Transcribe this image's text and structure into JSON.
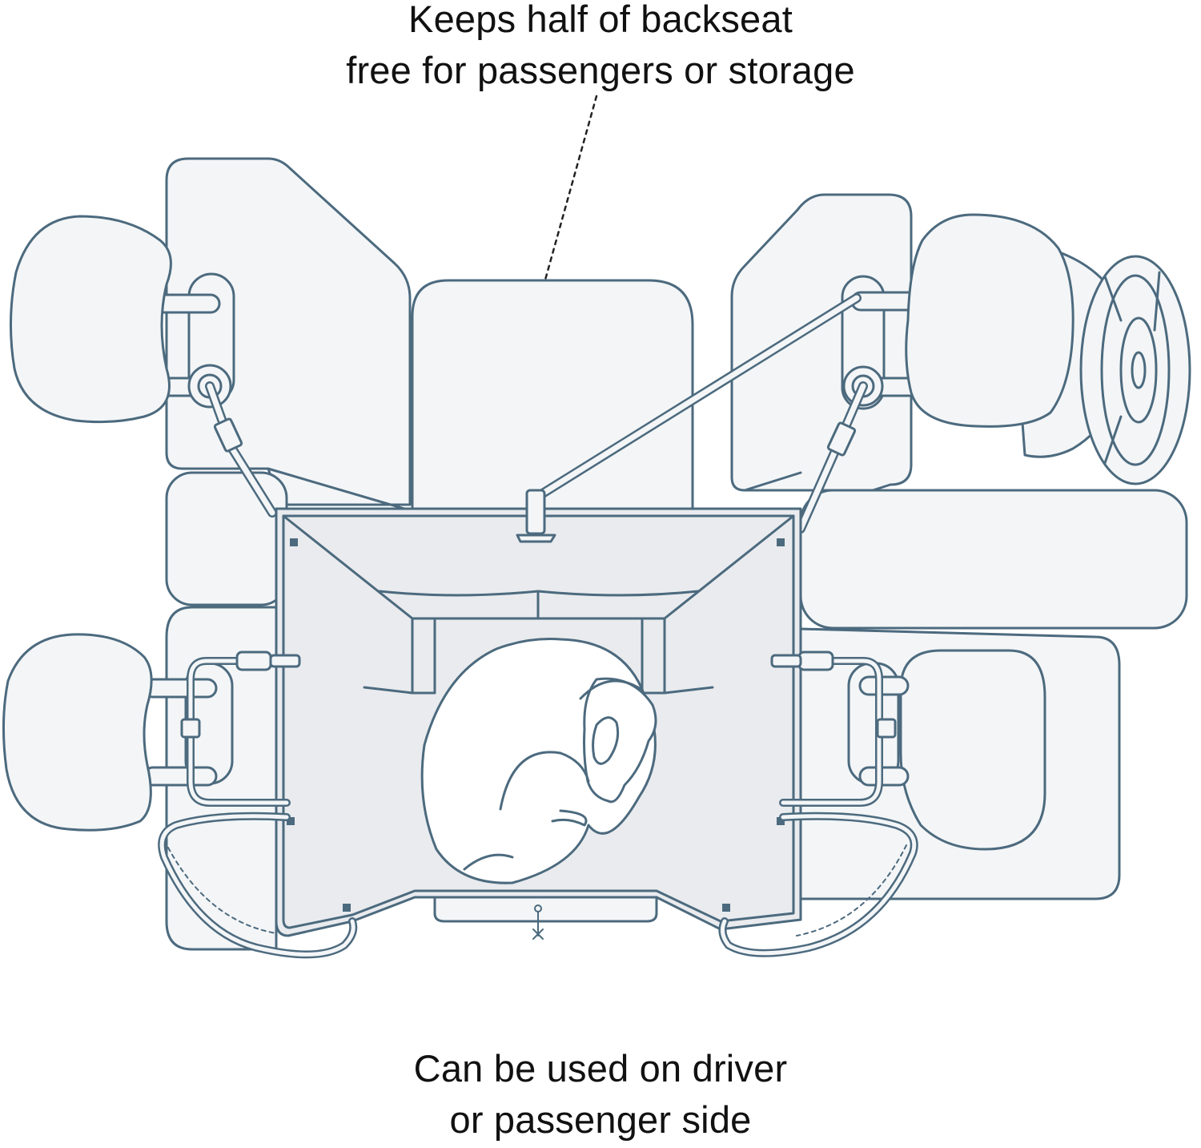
{
  "annotations": {
    "top": {
      "line1": "Keeps half of backseat",
      "line2": "free for passengers or storage"
    },
    "bottom": {
      "line1": "Can be used on driver",
      "line2": "or passenger side"
    }
  },
  "colors": {
    "outline": "#4c6a7e",
    "seat_fill": "#f3f5f7",
    "cover_fill": "#e9ebee",
    "text": "#111111",
    "background": "#ffffff"
  }
}
